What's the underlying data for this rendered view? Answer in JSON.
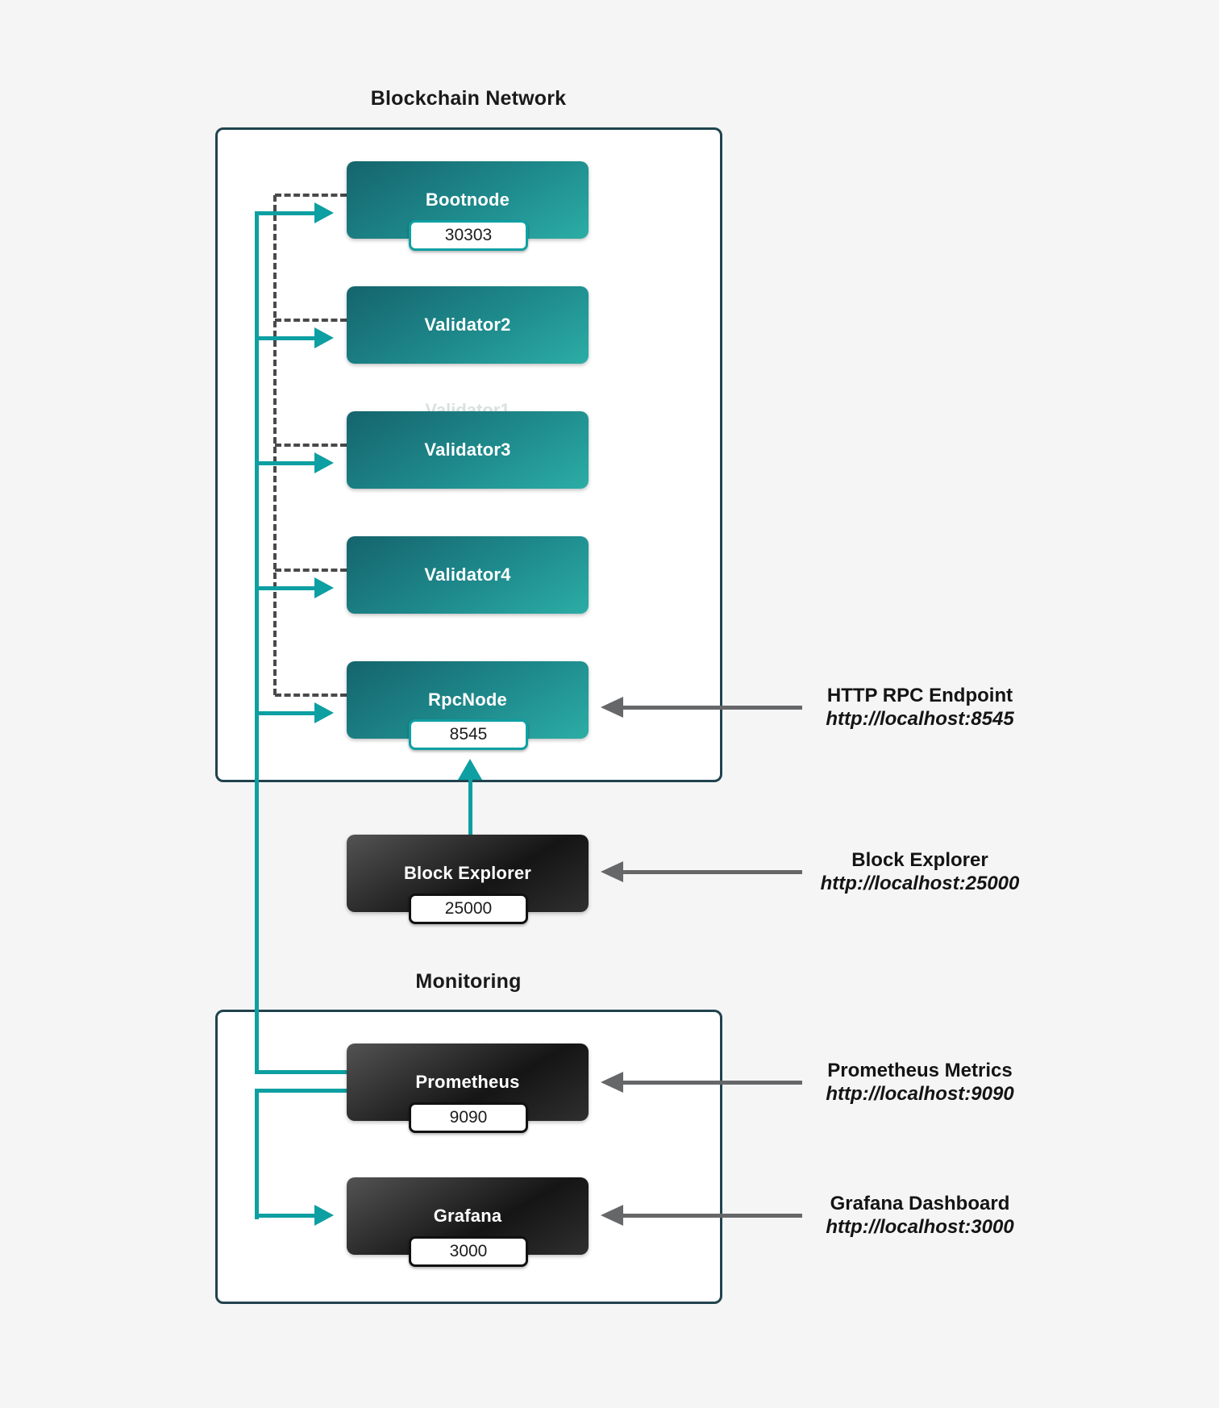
{
  "sections": {
    "blockchain": {
      "title": "Blockchain Network"
    },
    "monitoring": {
      "title": "Monitoring"
    }
  },
  "nodes": [
    {
      "id": "bootnode",
      "label": "Bootnode",
      "port": "30303",
      "style": "teal"
    },
    {
      "id": "validator2",
      "label": "Validator2",
      "port": "",
      "style": "teal"
    },
    {
      "id": "validator3",
      "label": "Validator3",
      "port": "",
      "style": "teal"
    },
    {
      "id": "validator4",
      "label": "Validator4",
      "port": "",
      "style": "teal"
    },
    {
      "id": "rpcnode",
      "label": "RpcNode",
      "port": "8545",
      "style": "teal"
    },
    {
      "id": "block-explorer",
      "label": "Block Explorer",
      "port": "25000",
      "style": "dark"
    },
    {
      "id": "prometheus",
      "label": "Prometheus",
      "port": "9090",
      "style": "dark"
    },
    {
      "id": "grafana",
      "label": "Grafana",
      "port": "3000",
      "style": "dark"
    }
  ],
  "hidden_artifact": {
    "label": "Validator1"
  },
  "annotations": [
    {
      "title": "HTTP RPC Endpoint",
      "url": "http://localhost:8545",
      "points_to": "RpcNode"
    },
    {
      "title": "Block Explorer",
      "url": "http://localhost:25000",
      "points_to": "Block Explorer"
    },
    {
      "title": "Prometheus Metrics",
      "url": "http://localhost:9090",
      "points_to": "Prometheus"
    },
    {
      "title": "Grafana Dashboard",
      "url": "http://localhost:3000",
      "points_to": "Grafana"
    }
  ],
  "edges": {
    "teal_arrow_targets": [
      "Bootnode",
      "Validator2",
      "Validator3",
      "Validator4",
      "RpcNode",
      "Grafana"
    ],
    "teal_stub_endpoints": [
      "Prometheus left edge (two stubs)"
    ],
    "teal_up_arrow": {
      "from": "Block Explorer",
      "to": "RpcNode port 8545"
    },
    "dashed_line_targets": [
      "Bootnode",
      "Validator2",
      "Validator3",
      "Validator4",
      "RpcNode"
    ],
    "gray_arrow_targets": [
      "RpcNode",
      "Block Explorer",
      "Prometheus",
      "Grafana"
    ]
  },
  "colors": {
    "background": "#f5f5f5",
    "container_border": "#20434e",
    "teal_node_gradient": [
      "#15646d",
      "#2cada6"
    ],
    "dark_node_gradient": [
      "#535353",
      "#2f2f2f"
    ],
    "teal_line": "#0d9fa2",
    "dashed_line": "#4a4a4a",
    "gray_arrow": "#666768",
    "badge_teal_border": "#0fa0a3",
    "badge_dark_border": "#111111"
  }
}
